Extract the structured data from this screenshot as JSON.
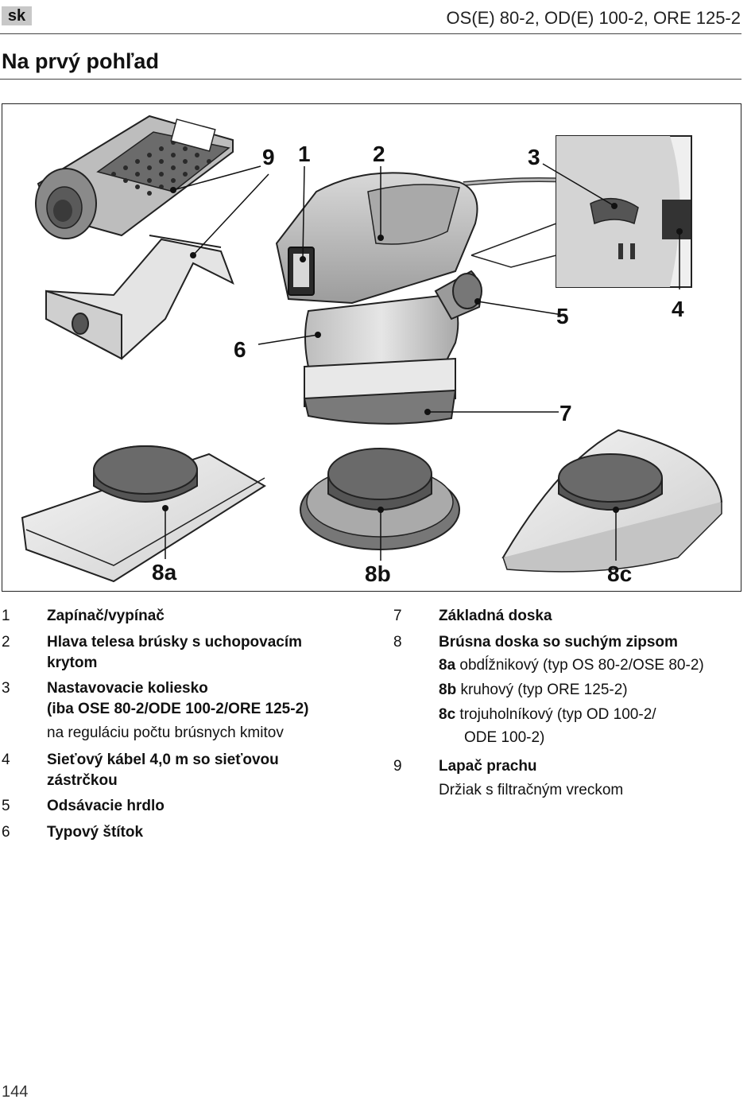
{
  "header": {
    "language": "sk",
    "models": "OS(E) 80-2, OD(E) 100-2, ORE 125-2"
  },
  "section_title": "Na prvý pohľad",
  "figure_labels": {
    "l1": "1",
    "l2": "2",
    "l3": "3",
    "l4": "4",
    "l5": "5",
    "l6": "6",
    "l7": "7",
    "l8a": "8a",
    "l8b": "8b",
    "l8c": "8c",
    "l9": "9"
  },
  "legend_left": [
    {
      "num": "1",
      "lines": [
        "Zapínač/vypínač"
      ]
    },
    {
      "num": "2",
      "lines": [
        "Hlava telesa brúsky s uchopovacím",
        "krytom"
      ]
    },
    {
      "num": "3",
      "lines": [
        "Nastavovacie koliesko",
        "(iba OSE 80-2/ODE 100-2/ORE 125-2)"
      ],
      "note": "na reguláciu počtu brúsnych kmitov"
    },
    {
      "num": "4",
      "lines": [
        "Sieťový kábel 4,0 m so sieťovou",
        "zástrčkou"
      ]
    },
    {
      "num": "5",
      "lines": [
        "Odsávacie hrdlo"
      ]
    },
    {
      "num": "6",
      "lines": [
        "Typový štítok"
      ]
    }
  ],
  "legend_right": {
    "item7": {
      "num": "7",
      "text": "Základná doska"
    },
    "item8": {
      "num": "8",
      "text": "Brúsna doska so suchým zipsom",
      "sub": [
        {
          "key": "8a",
          "text": "obdĺžnikový (typ OS 80-2/OSE 80-2)"
        },
        {
          "key": "8b",
          "text": "kruhový (typ ORE 125-2)"
        },
        {
          "key": "8c",
          "text": "trojuholníkový (typ OD 100-2/",
          "cont": "ODE 100-2)"
        }
      ]
    },
    "item9": {
      "num": "9",
      "text": "Lapač prachu",
      "note": "Držiak s filtračným vreckom"
    }
  },
  "page_number": "144"
}
